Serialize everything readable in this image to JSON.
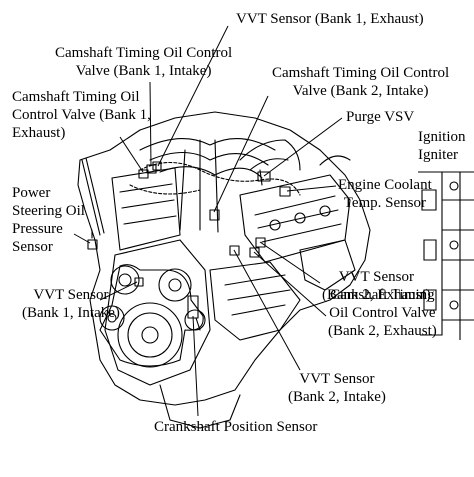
{
  "labels": {
    "vvt_b1_exhaust": [
      "VVT Sensor (Bank 1, Exhaust)"
    ],
    "ocv_b1_intake": [
      "Camshaft Timing Oil Control",
      "Valve (Bank 1, Intake)"
    ],
    "ocv_b2_intake": [
      "Camshaft Timing Oil Control",
      "Valve (Bank 2, Intake)"
    ],
    "ocv_b1_exhaust": [
      "Camshaft Timing Oil",
      "Control Valve (Bank 1,",
      "Exhaust)"
    ],
    "purge_vsv": [
      "Purge VSV"
    ],
    "ignition": [
      "Ignition",
      "Igniter"
    ],
    "ps_sensor": [
      "Power",
      "Steering Oil",
      "Pressure",
      "Sensor"
    ],
    "coolant": [
      "Engine Coolant",
      "Temp. Sensor"
    ],
    "vvt_b2_exhaust": [
      "VVT Sensor",
      "(Bank 2, Exhaust)"
    ],
    "vvt_b1_intake": [
      "VVT Sensor",
      "(Bank 1, Intake)"
    ],
    "ocv_b2_exhaust": [
      "Camshaft Timing",
      "Oil Control Valve",
      "(Bank 2, Exhaust)"
    ],
    "vvt_b2_intake": [
      "VVT Sensor",
      "(Bank 2, Intake)"
    ],
    "crank": [
      "Crankshaft Position Sensor"
    ]
  }
}
